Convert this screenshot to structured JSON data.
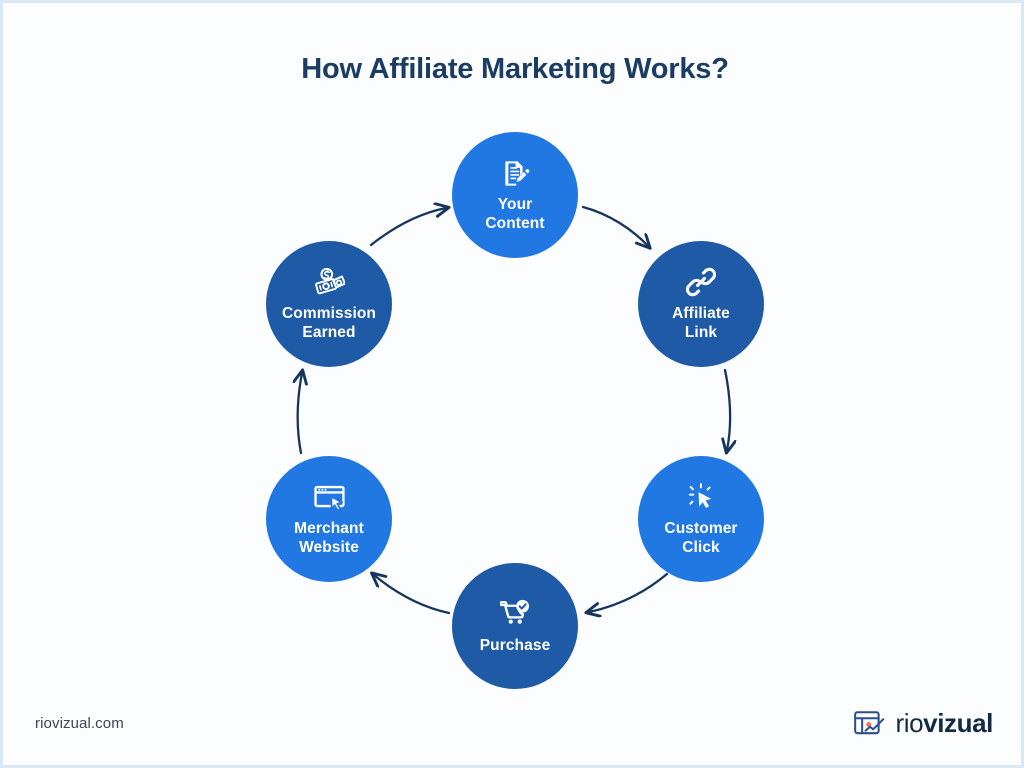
{
  "page": {
    "title": "How Affiliate Marketing Works?",
    "background_color": "#fbfdff",
    "border_color": "#d9e7f7",
    "title_color": "#1b3d63"
  },
  "colors": {
    "node_light_blue": "#2278e3",
    "node_dark_blue": "#1e5aa6",
    "arrow_navy": "#16355c",
    "icon_white": "#ffffff"
  },
  "diagram": {
    "type": "cycle",
    "direction": "clockwise",
    "node_count": 6,
    "nodes": [
      {
        "id": "your-content",
        "label": "Your\nContent",
        "icon": "document-pencil-icon",
        "shade": "light",
        "order": 1
      },
      {
        "id": "affiliate-link",
        "label": "Affiliate\nLink",
        "icon": "chain-link-icon",
        "shade": "dark",
        "order": 2
      },
      {
        "id": "customer-click",
        "label": "Customer\nClick",
        "icon": "cursor-click-icon",
        "shade": "light",
        "order": 3
      },
      {
        "id": "purchase",
        "label": "Purchase",
        "icon": "shopping-cart-check-icon",
        "shade": "dark",
        "order": 4
      },
      {
        "id": "merchant-website",
        "label": "Merchant\nWebsite",
        "icon": "browser-window-cursor-icon",
        "shade": "light",
        "order": 5
      },
      {
        "id": "commission-earned",
        "label": "Commission\nEarned",
        "icon": "money-cash-icon",
        "shade": "dark",
        "order": 6
      }
    ],
    "connectors": [
      {
        "from": "your-content",
        "to": "affiliate-link",
        "style": "curved-arrow"
      },
      {
        "from": "affiliate-link",
        "to": "customer-click",
        "style": "curved-arrow"
      },
      {
        "from": "customer-click",
        "to": "purchase",
        "style": "curved-arrow"
      },
      {
        "from": "purchase",
        "to": "merchant-website",
        "style": "curved-arrow"
      },
      {
        "from": "merchant-website",
        "to": "commission-earned",
        "style": "curved-arrow"
      },
      {
        "from": "commission-earned",
        "to": "your-content",
        "style": "curved-arrow"
      }
    ]
  },
  "footer": {
    "url": "riovizual.com",
    "brand_name_thin": "rio",
    "brand_name_bold": "vizual",
    "brand_icon": "chart-board-icon"
  }
}
